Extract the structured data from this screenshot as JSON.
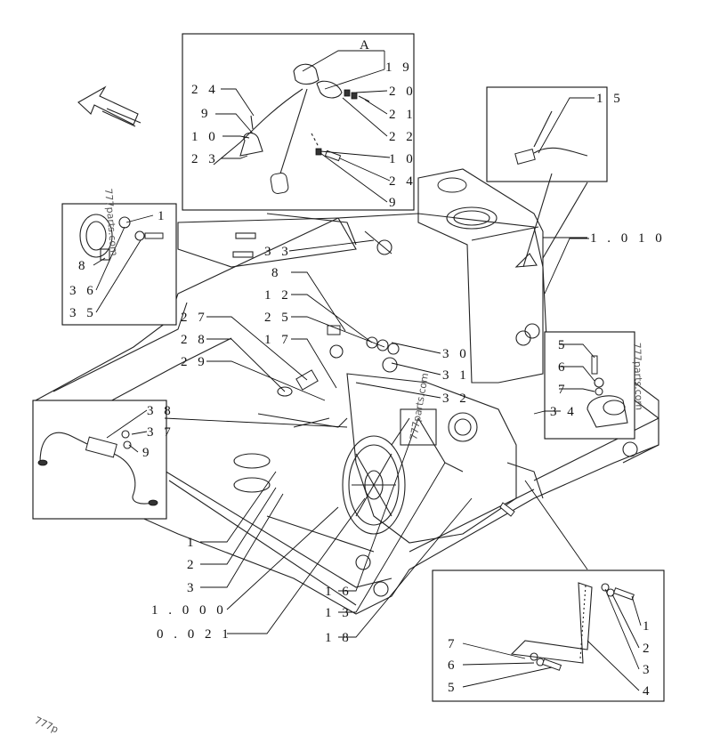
{
  "diagram": {
    "callouts_main": [
      {
        "id": "c33",
        "text": "3 3"
      },
      {
        "id": "c8",
        "text": "8"
      },
      {
        "id": "c12",
        "text": "1 2"
      },
      {
        "id": "c25",
        "text": "2 5"
      },
      {
        "id": "c17",
        "text": "1 7"
      },
      {
        "id": "c27",
        "text": "2 7"
      },
      {
        "id": "c28",
        "text": "2 8"
      },
      {
        "id": "c29",
        "text": "2 9"
      },
      {
        "id": "c30",
        "text": "3 0"
      },
      {
        "id": "c31",
        "text": "3 1"
      },
      {
        "id": "c32",
        "text": "3 2"
      },
      {
        "id": "c1010",
        "text": "1 . 0 1 0"
      },
      {
        "id": "c1",
        "text": "1"
      },
      {
        "id": "c2",
        "text": "2"
      },
      {
        "id": "c3",
        "text": "3"
      },
      {
        "id": "c1000",
        "text": "1 . 0 0 0"
      },
      {
        "id": "c0021",
        "text": "0 . 0 2 1"
      },
      {
        "id": "c16",
        "text": "1 6"
      },
      {
        "id": "c13",
        "text": "1 3"
      },
      {
        "id": "c18",
        "text": "1 8"
      }
    ],
    "inset_top": {
      "labels": [
        "A",
        "1 9",
        "2 4",
        "9",
        "1 0",
        "2 3",
        "2 0",
        "2 1",
        "2 2",
        "1 0",
        "2 4",
        "9"
      ]
    },
    "inset_left": {
      "labels": [
        "1",
        "8",
        "3 6",
        "3 5"
      ]
    },
    "inset_wire": {
      "labels": [
        "3 8",
        "3 7",
        "9"
      ]
    },
    "inset_sensor": {
      "labels": [
        "1 5"
      ]
    },
    "inset_clamp": {
      "labels": [
        "5",
        "6",
        "7",
        "3 4"
      ]
    },
    "inset_strap": {
      "labels": [
        "1",
        "2",
        "3",
        "4",
        "7",
        "6",
        "5"
      ]
    },
    "watermarks": [
      "777parts.com",
      "777parts.com",
      "777parts.com",
      "777p"
    ]
  }
}
